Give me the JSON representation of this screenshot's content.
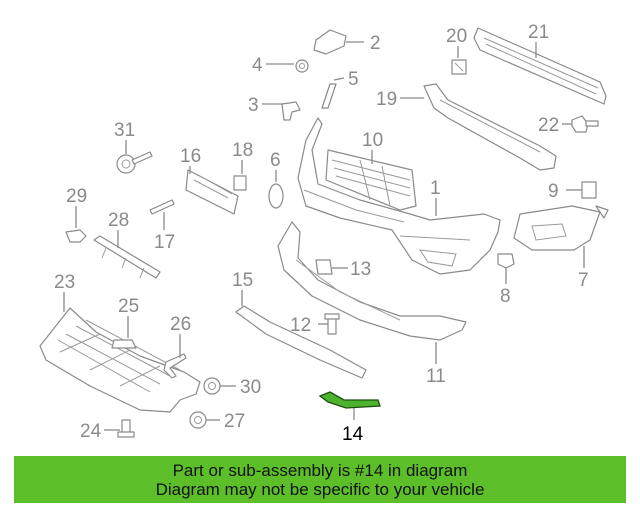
{
  "diagram": {
    "highlight_color": "#4cb32e",
    "callouts": {
      "c1": "1",
      "c2": "2",
      "c3": "3",
      "c4": "4",
      "c5": "5",
      "c6": "6",
      "c7": "7",
      "c8": "8",
      "c9": "9",
      "c10": "10",
      "c11": "11",
      "c12": "12",
      "c13": "13",
      "c14": "14",
      "c15": "15",
      "c16": "16",
      "c17": "17",
      "c18": "18",
      "c19": "19",
      "c20": "20",
      "c21": "21",
      "c22": "22",
      "c23": "23",
      "c24": "24",
      "c25": "25",
      "c26": "26",
      "c27": "27",
      "c28": "28",
      "c29": "29",
      "c30": "30",
      "c31": "31"
    }
  },
  "banner": {
    "line1": "Part or sub-assembly is #14 in diagram",
    "line2": "Diagram may not be specific to your vehicle",
    "color": "#5cbf2a"
  }
}
